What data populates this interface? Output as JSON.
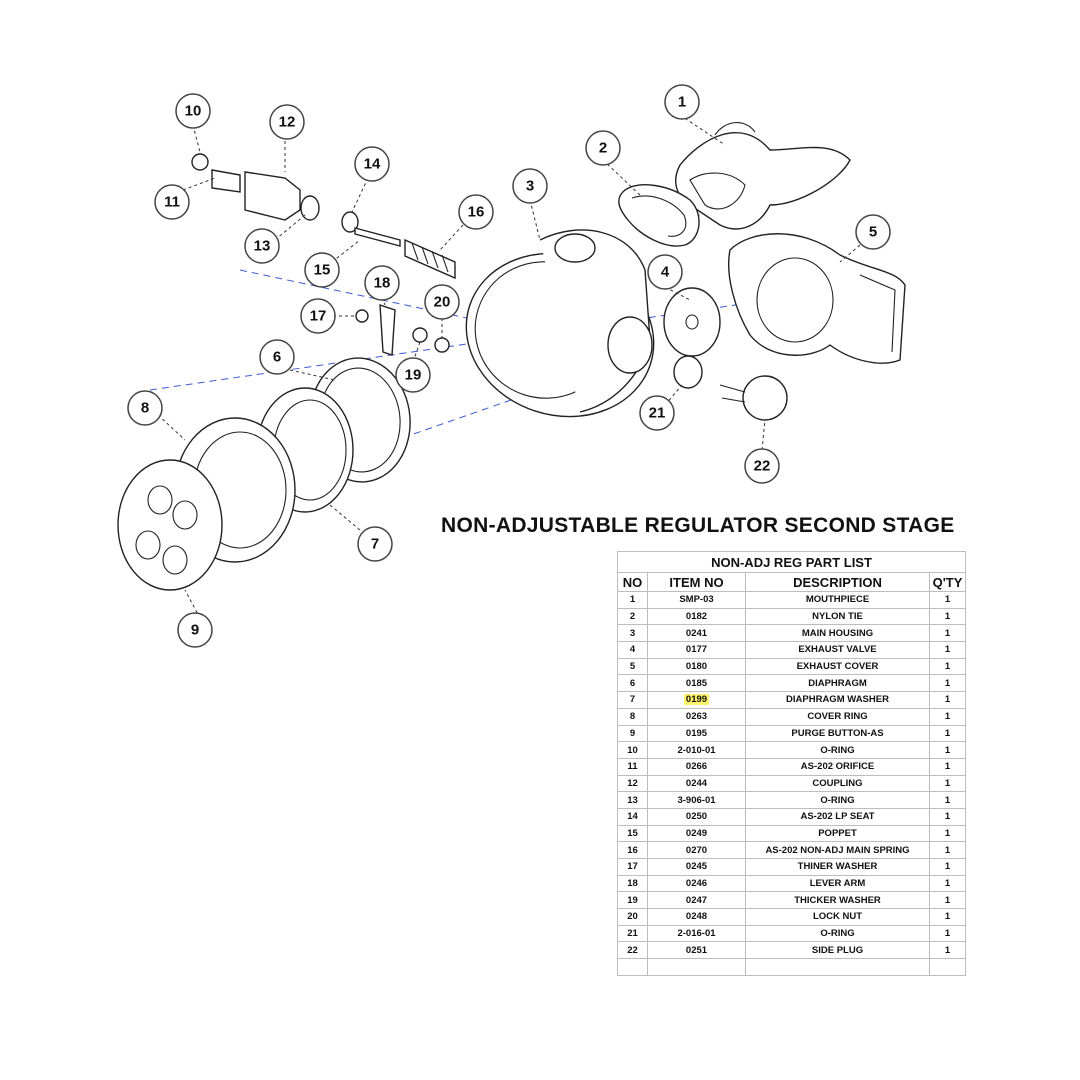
{
  "title": "NON-ADJUSTABLE  REGULATOR SECOND STAGE",
  "parts_table": {
    "caption": "NON-ADJ  REG  PART LIST",
    "headers": [
      "NO",
      "ITEM NO",
      "DESCRIPTION",
      "Q'TY"
    ],
    "rows": [
      {
        "no": "1",
        "item": "SMP-03",
        "desc": "MOUTHPIECE",
        "qty": "1"
      },
      {
        "no": "2",
        "item": "0182",
        "desc": "NYLON TIE",
        "qty": "1"
      },
      {
        "no": "3",
        "item": "0241",
        "desc": "MAIN HOUSING",
        "qty": "1"
      },
      {
        "no": "4",
        "item": "0177",
        "desc": "EXHAUST VALVE",
        "qty": "1"
      },
      {
        "no": "5",
        "item": "0180",
        "desc": "EXHAUST COVER",
        "qty": "1"
      },
      {
        "no": "6",
        "item": "0185",
        "desc": "DIAPHRAGM",
        "qty": "1"
      },
      {
        "no": "7",
        "item": "0199",
        "desc": "DIAPHRAGM WASHER",
        "qty": "1",
        "highlight": true
      },
      {
        "no": "8",
        "item": "0263",
        "desc": "COVER RING",
        "qty": "1"
      },
      {
        "no": "9",
        "item": "0195",
        "desc": "PURGE BUTTON-AS",
        "qty": "1"
      },
      {
        "no": "10",
        "item": "2-010-01",
        "desc": "O-RING",
        "qty": "1"
      },
      {
        "no": "11",
        "item": "0266",
        "desc": "AS-202 ORIFICE",
        "qty": "1"
      },
      {
        "no": "12",
        "item": "0244",
        "desc": "COUPLING",
        "qty": "1"
      },
      {
        "no": "13",
        "item": "3-906-01",
        "desc": "O-RING",
        "qty": "1"
      },
      {
        "no": "14",
        "item": "0250",
        "desc": "AS-202 LP SEAT",
        "qty": "1"
      },
      {
        "no": "15",
        "item": "0249",
        "desc": "POPPET",
        "qty": "1"
      },
      {
        "no": "16",
        "item": "0270",
        "desc": "AS-202 NON-ADJ  MAIN SPRING",
        "qty": "1"
      },
      {
        "no": "17",
        "item": "0245",
        "desc": "THINER WASHER",
        "qty": "1"
      },
      {
        "no": "18",
        "item": "0246",
        "desc": "LEVER ARM",
        "qty": "1"
      },
      {
        "no": "19",
        "item": "0247",
        "desc": "THICKER WASHER",
        "qty": "1"
      },
      {
        "no": "20",
        "item": "0248",
        "desc": "LOCK NUT",
        "qty": "1"
      },
      {
        "no": "21",
        "item": "2-016-01",
        "desc": "O-RING",
        "qty": "1"
      },
      {
        "no": "22",
        "item": "0251",
        "desc": "SIDE PLUG",
        "qty": "1"
      }
    ],
    "empty_rows": 1
  },
  "callouts": [
    "1",
    "2",
    "3",
    "4",
    "5",
    "6",
    "7",
    "8",
    "9",
    "10",
    "11",
    "12",
    "13",
    "14",
    "15",
    "16",
    "17",
    "18",
    "19",
    "20",
    "21",
    "22"
  ],
  "colors": {
    "highlight": "#fff36b",
    "axis": "#3b5bd6",
    "grid": "#bdbdbd"
  }
}
